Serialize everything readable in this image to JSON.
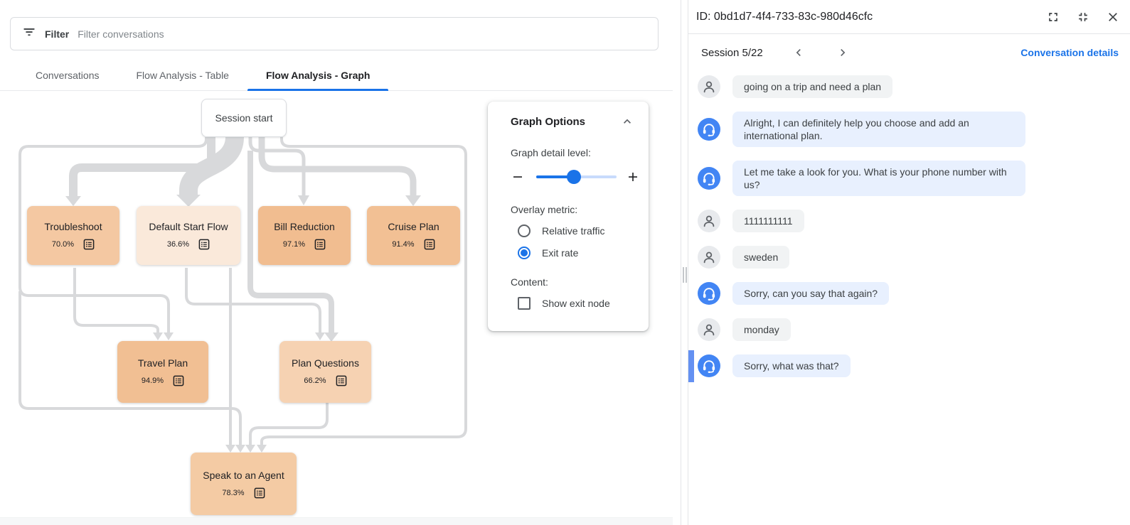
{
  "filter_bar": {
    "label": "Filter",
    "placeholder": "Filter conversations"
  },
  "tabs": [
    {
      "label": "Conversations",
      "active": false
    },
    {
      "label": "Flow Analysis - Table",
      "active": false
    },
    {
      "label": "Flow Analysis - Graph",
      "active": true
    }
  ],
  "graph": {
    "nodes": [
      {
        "id": "session-start",
        "label": "Session start",
        "type": "start"
      },
      {
        "id": "troubleshoot",
        "label": "Troubleshoot",
        "exit_rate": "70.0%",
        "color": "#f4c8a2"
      },
      {
        "id": "default-start-flow",
        "label": "Default Start Flow",
        "exit_rate": "36.6%",
        "color": "#fae9da"
      },
      {
        "id": "bill-reduction",
        "label": "Bill Reduction",
        "exit_rate": "97.1%",
        "color": "#f1bd90"
      },
      {
        "id": "cruise-plan",
        "label": "Cruise Plan",
        "exit_rate": "91.4%",
        "color": "#f2c094"
      },
      {
        "id": "travel-plan",
        "label": "Travel Plan",
        "exit_rate": "94.9%",
        "color": "#f1bf93"
      },
      {
        "id": "plan-questions",
        "label": "Plan Questions",
        "exit_rate": "66.2%",
        "color": "#f6d2b2"
      },
      {
        "id": "speak-to-an-agent",
        "label": "Speak to an Agent",
        "exit_rate": "78.3%",
        "color": "#f4cba4"
      }
    ],
    "edge_color": "#d8d9db"
  },
  "graph_options": {
    "title": "Graph Options",
    "detail_label": "Graph detail level:",
    "detail_slider": {
      "fill_ratio": 0.47
    },
    "overlay_label": "Overlay metric:",
    "radios": [
      {
        "label": "Relative traffic",
        "selected": false
      },
      {
        "label": "Exit rate",
        "selected": true
      }
    ],
    "content_label": "Content:",
    "checkbox_label": "Show exit node",
    "checkbox_checked": false
  },
  "details_panel": {
    "id_title": "ID: 0bd1d7-4f4-733-83c-980d46cfc",
    "session_label": "Session 5/22",
    "details_link": "Conversation details",
    "messages": [
      {
        "sender": "user",
        "text": "going on a trip and need a plan",
        "highlight": false
      },
      {
        "sender": "bot",
        "text": "Alright, I can definitely help you choose and add an international plan.",
        "highlight": false
      },
      {
        "sender": "bot",
        "text": "Let me take a look for you. What is your phone number with us?",
        "highlight": false
      },
      {
        "sender": "user",
        "text": "1111111111",
        "highlight": false
      },
      {
        "sender": "user",
        "text": "sweden",
        "highlight": false
      },
      {
        "sender": "bot",
        "text": "Sorry, can you say that again?",
        "highlight": false
      },
      {
        "sender": "user",
        "text": "monday",
        "highlight": false
      },
      {
        "sender": "bot",
        "text": "Sorry, what was that?",
        "highlight": true
      }
    ]
  },
  "colors": {
    "accent": "#1a73e8",
    "link": "#1a73e8",
    "bot_avatar": "#4285f4",
    "bot_bubble": "#e8f0fe",
    "user_bubble": "#f1f3f4",
    "highlight_bar": "#6491f2",
    "active_tab_underline": "#1a73e8"
  }
}
